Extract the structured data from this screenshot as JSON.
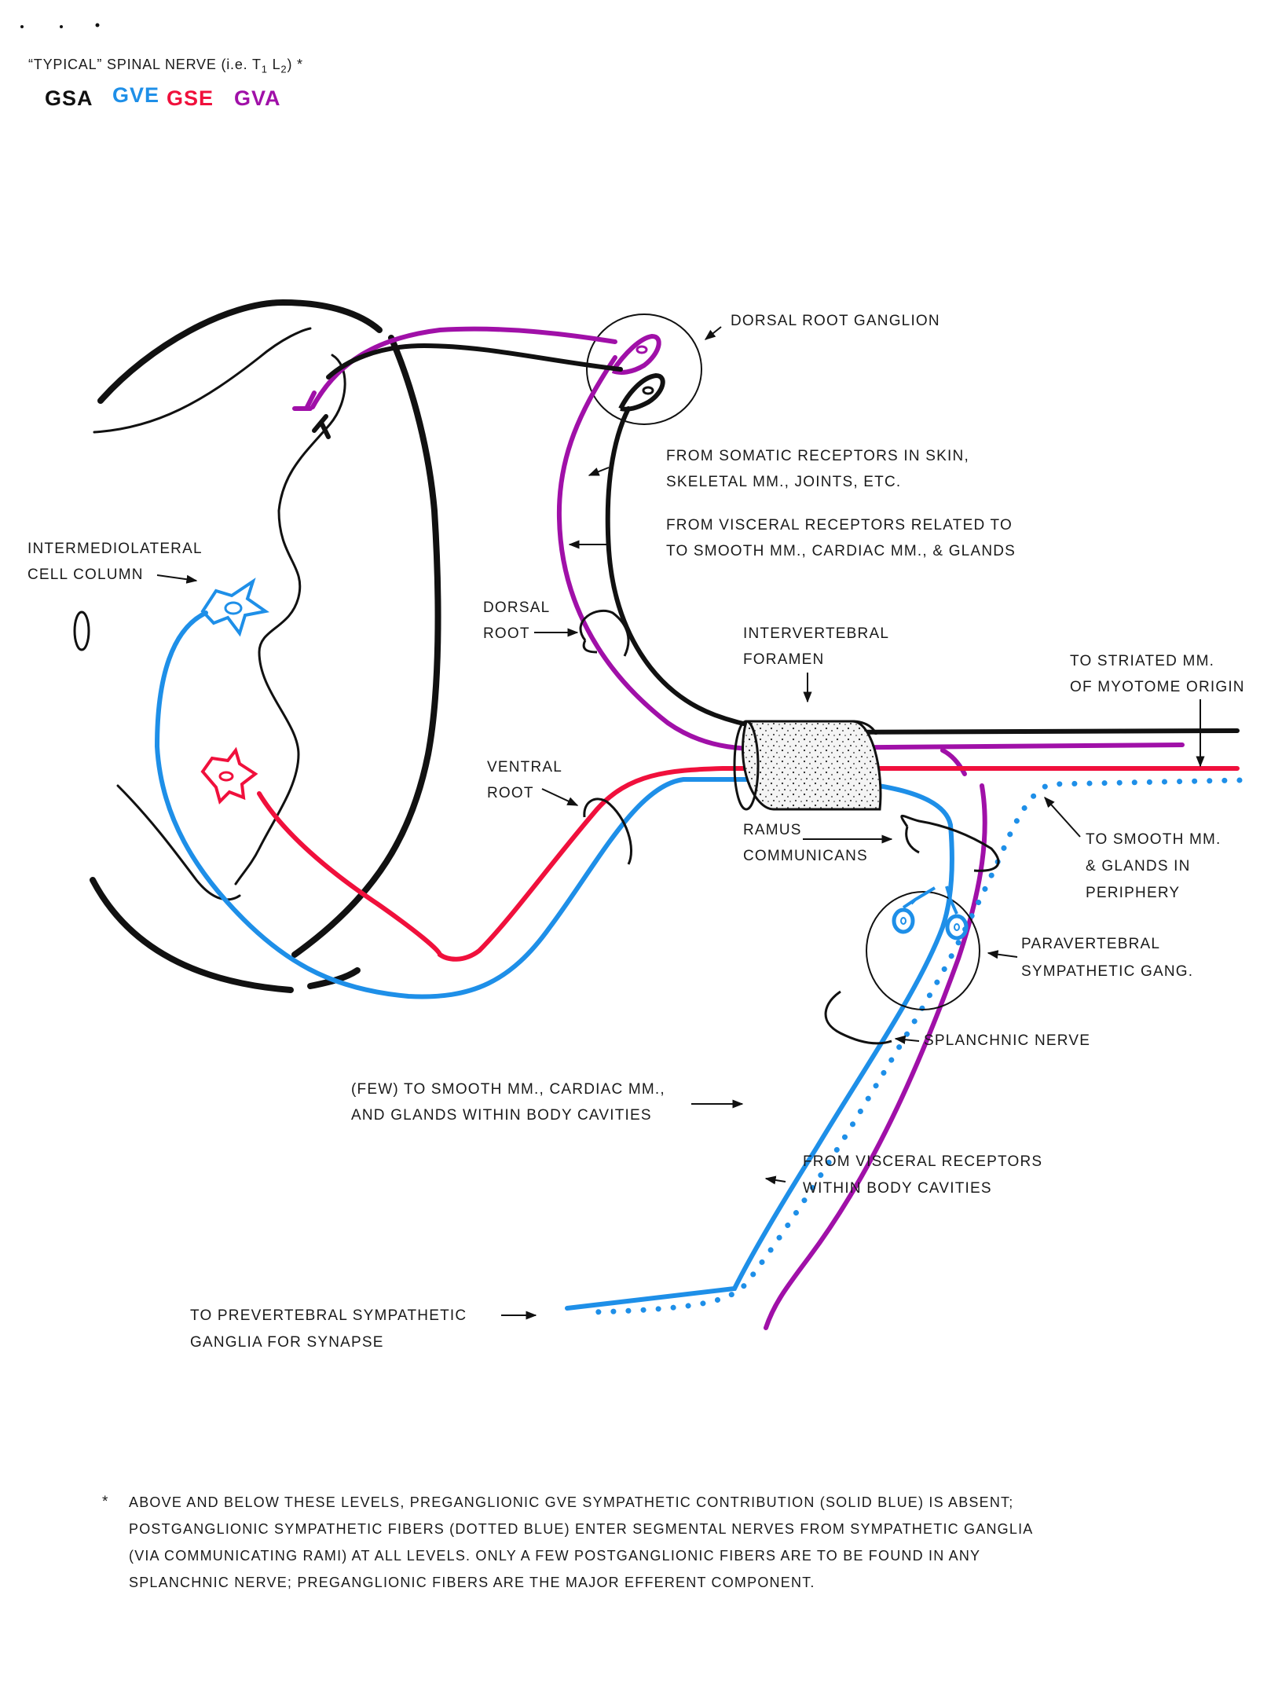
{
  "title": {
    "main": "“TYPICAL” SPINAL NERVE (i.e. T",
    "sub1": "1",
    "mid": " L",
    "sub2": "2",
    "end": ") *"
  },
  "legend": [
    {
      "label": "GSA",
      "color": "#111111"
    },
    {
      "label": "GVE",
      "color": "#1e8fe8"
    },
    {
      "label": "GSE",
      "color": "#f0103c"
    },
    {
      "label": "GVA",
      "color": "#a010a8"
    }
  ],
  "colors": {
    "gsa": "#111111",
    "gve": "#1e8fe8",
    "gse": "#f0103c",
    "gva": "#a010a8"
  },
  "labels": {
    "dorsal_root_ganglion": "DORSAL ROOT GANGLION",
    "somatic_receptors_1": "FROM SOMATIC RECEPTORS IN SKIN,",
    "somatic_receptors_2": "SKELETAL MM., JOINTS, ETC.",
    "visceral_receptors_1": "FROM VISCERAL RECEPTORS RELATED TO",
    "visceral_receptors_2": "TO SMOOTH MM., CARDIAC MM., & GLANDS",
    "intermediolateral_1": "INTERMEDIOLATERAL",
    "intermediolateral_2": "CELL COLUMN",
    "dorsal_root_1": "DORSAL",
    "dorsal_root_2": "ROOT",
    "intervertebral_1": "INTERVERTEBRAL",
    "intervertebral_2": "FORAMEN",
    "striated_1": "TO STRIATED MM.",
    "striated_2": "OF MYOTOME ORIGIN",
    "ventral_root_1": "VENTRAL",
    "ventral_root_2": "ROOT",
    "ramus_1": "RAMUS",
    "ramus_2": "COMMUNICANS",
    "periphery_1": "TO SMOOTH MM.",
    "periphery_2": "& GLANDS IN",
    "periphery_3": "PERIPHERY",
    "paravertebral_1": "PARAVERTEBRAL",
    "paravertebral_2": "SYMPATHETIC GANG.",
    "splanchnic": "SPLANCHNIC NERVE",
    "few_1": "(FEW) TO SMOOTH MM., CARDIAC MM.,",
    "few_2": "AND GLANDS WITHIN BODY CAVITIES",
    "body_cavities_1": "FROM VISCERAL RECEPTORS",
    "body_cavities_2": "WITHIN BODY CAVITIES",
    "prevertebral_1": "TO PREVERTEBRAL SYMPATHETIC",
    "prevertebral_2": "GANGLIA FOR SYNAPSE"
  },
  "footnote": {
    "marker": "*",
    "lines": [
      "ABOVE AND BELOW THESE LEVELS, PREGANGLIONIC GVE SYMPATHETIC CONTRIBUTION (SOLID BLUE) IS ABSENT;",
      "POSTGANGLIONIC SYMPATHETIC FIBERS (DOTTED BLUE) ENTER SEGMENTAL NERVES FROM SYMPATHETIC GANGLIA",
      "(VIA COMMUNICATING RAMI) AT ALL LEVELS.  ONLY A FEW POSTGANGLIONIC FIBERS ARE TO BE FOUND IN ANY",
      "SPLANCHNIC NERVE; PREGANGLIONIC FIBERS ARE THE MAJOR  EFFERENT COMPONENT."
    ]
  }
}
